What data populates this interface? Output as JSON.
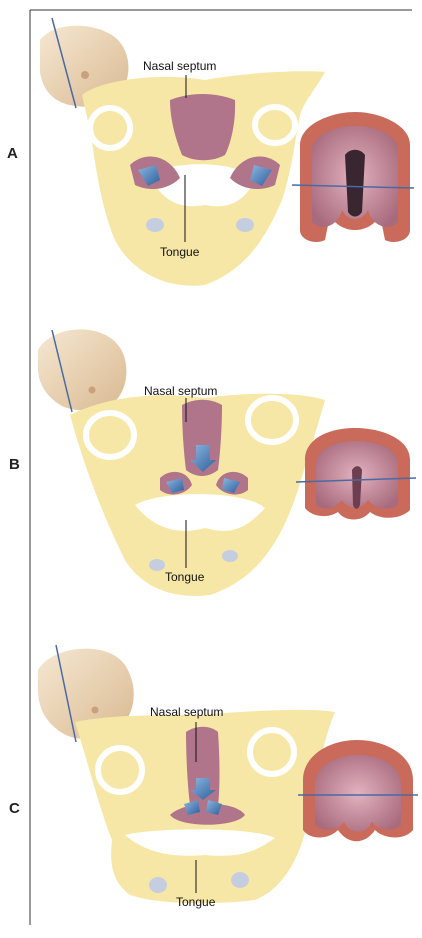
{
  "panels": [
    {
      "letter": "A",
      "top_label": "Nasal septum",
      "bottom_label": "Tongue"
    },
    {
      "letter": "B",
      "top_label": "Nasal septum",
      "bottom_label": "Tongue"
    },
    {
      "letter": "C",
      "top_label": "Nasal septum",
      "bottom_label": "Tongue"
    }
  ],
  "colors": {
    "mesenchyme": "#f7e7a6",
    "mucosa": "#b0758a",
    "cavity": "#ffffff",
    "ring": "#ffffff",
    "eye_spot": "#c5cde0",
    "arrow": "#3f78b4",
    "head_skin": "#ecd7b8",
    "palate_pink": "#c98a9c",
    "palate_rim": "#c96a5a",
    "section_line": "#4a6aa3"
  }
}
